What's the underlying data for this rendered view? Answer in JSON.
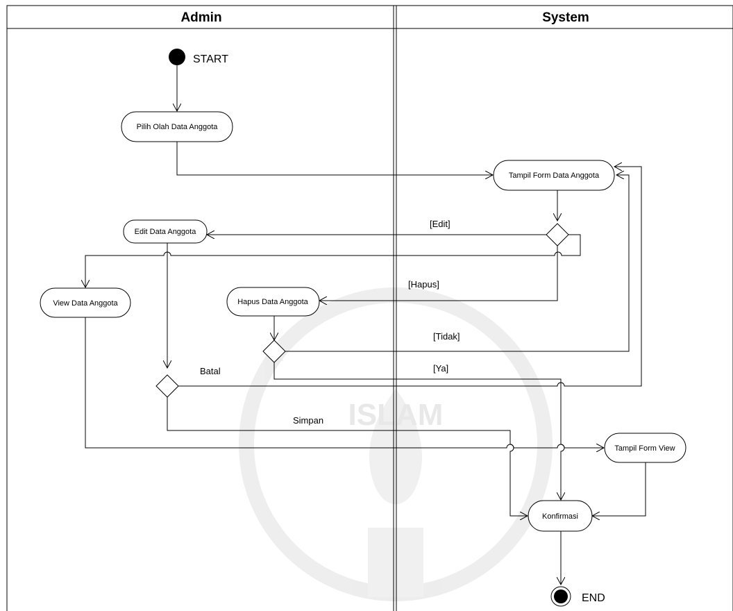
{
  "lanes": {
    "admin": "Admin",
    "system": "System"
  },
  "nodes": {
    "start_label": "START",
    "end_label": "END",
    "pilih_olah": "Pilih Olah Data Anggota",
    "tampil_form": "Tampil Form Data Anggota",
    "edit": "Edit Data Anggota",
    "view": "View Data Anggota",
    "hapus": "Hapus Data Anggota",
    "tampil_view": "Tampil Form View",
    "konfirmasi": "Konfirmasi"
  },
  "guards": {
    "edit": "[Edit]",
    "hapus": "[Hapus]",
    "tidak": "[Tidak]",
    "ya": "[Ya]",
    "batal": "Batal",
    "simpan": "Simpan"
  },
  "watermark": {
    "text": "ISLAM",
    "color": "#e6e6e6"
  }
}
